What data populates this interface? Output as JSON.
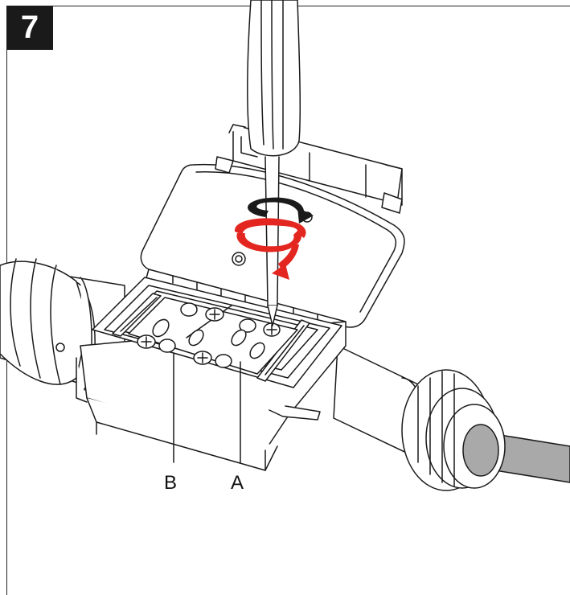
{
  "step": {
    "number": "7"
  },
  "labels": {
    "a": "A",
    "b": "B"
  },
  "colors": {
    "line": "#1a1a1a",
    "arrow": "#e3261f",
    "arrow_dark": "#1a1a1a",
    "cable": "#a9a9a9",
    "badge": "#1a1a1a"
  },
  "icons": {
    "rotation": "rotate-arrow-icon",
    "tool": "screwdriver-icon"
  }
}
